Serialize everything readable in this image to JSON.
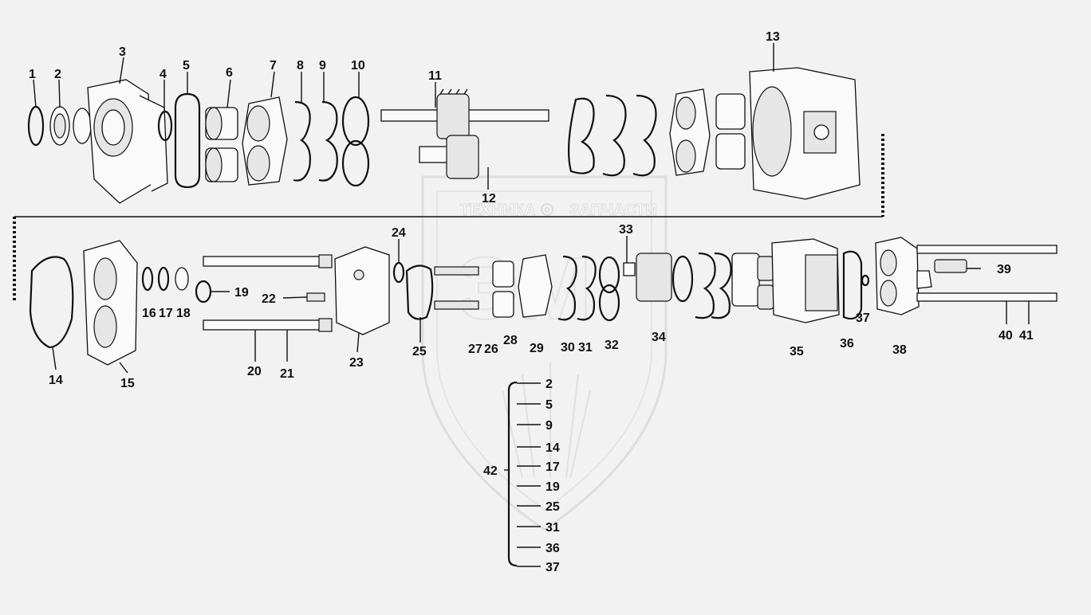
{
  "watermark": {
    "left_word": "ТЕХНИКА",
    "right_word": "ЗАПЧАСТИ",
    "gear_icon": "gear-icon",
    "emblem_icon": "shield-emblem-icon"
  },
  "callouts": {
    "c1": "1",
    "c2": "2",
    "c3": "3",
    "c4": "4",
    "c5": "5",
    "c6": "6",
    "c7": "7",
    "c8": "8",
    "c9": "9",
    "c10": "10",
    "c11": "11",
    "c12": "12",
    "c13": "13",
    "c14": "14",
    "c15": "15",
    "c16": "16",
    "c17": "17",
    "c18": "18",
    "c19": "19",
    "c20": "20",
    "c21": "21",
    "c22": "22",
    "c23": "23",
    "c24": "24",
    "c25": "25",
    "c26": "26",
    "c27": "27",
    "c28": "28",
    "c29": "29",
    "c30": "30",
    "c31": "31",
    "c32": "32",
    "c33": "33",
    "c34": "34",
    "c35": "35",
    "c36": "36",
    "c37": "37",
    "c38": "38",
    "c39": "39",
    "c40": "40",
    "c41": "41"
  },
  "kit": {
    "label": "42",
    "items": [
      "2",
      "5",
      "9",
      "14",
      "17",
      "19",
      "25",
      "31",
      "36",
      "37"
    ]
  }
}
